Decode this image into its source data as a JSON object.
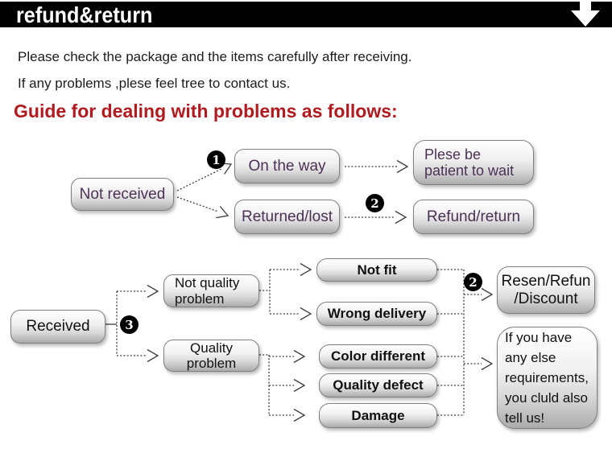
{
  "header": {
    "title": "refund&return",
    "icon": "down-arrow"
  },
  "intro": {
    "line1": "Please check the package and the items carefully after receiving.",
    "line2": "If any problems ,plese feel tree to contact us."
  },
  "heading": "Guide for dealing with problems as follows:",
  "colors": {
    "bar_black": "#000000",
    "heading_red": "#b01b20",
    "flow1_text_purple": "#4b3254",
    "flow2_text_black": "#111111",
    "node_border_gray": "#7f7f7f"
  },
  "flow1": {
    "nodes": {
      "not_received": "Not received",
      "on_the_way": "On the way",
      "returned_lost": "Returned/lost",
      "patient": "Plese be\npatient to wait",
      "refund_return": "Refund/return"
    },
    "badges": {
      "step1": "1",
      "step2": "2"
    },
    "edges": [
      "Not received -> On the way (1)",
      "Not received -> Returned/lost",
      "On the way -> Plese be patient to wait",
      "Returned/lost -> Refund/return (2)"
    ]
  },
  "flow2": {
    "nodes": {
      "received": "Received",
      "not_quality_problem": "Not quality\nproblem",
      "quality_problem": "Quality\nproblem",
      "not_fit": "Not fit",
      "wrong_delivery": "Wrong delivery",
      "color_different": "Color different",
      "quality_defect": "Quality defect",
      "damage": "Damage",
      "resen_refund_discount": "Resen/Refun\n/Discount",
      "other_requirements": "If you have\nany else\nrequirements,\nyou cluld also\ntell us!"
    },
    "badges": {
      "step3": "3",
      "step2": "2"
    },
    "edges": [
      "Received (3) -> Not quality problem",
      "Received (3) -> Quality problem",
      "Not quality problem -> Not fit",
      "Not quality problem -> Wrong delivery",
      "Quality problem -> Color different",
      "Quality problem -> Quality defect",
      "Quality problem -> Damage",
      "Not fit / Wrong delivery -> (2) Resen/Refun/Discount",
      "Color different / Quality defect / Damage -> If you have any else requirements, you cluld also tell us!"
    ]
  }
}
